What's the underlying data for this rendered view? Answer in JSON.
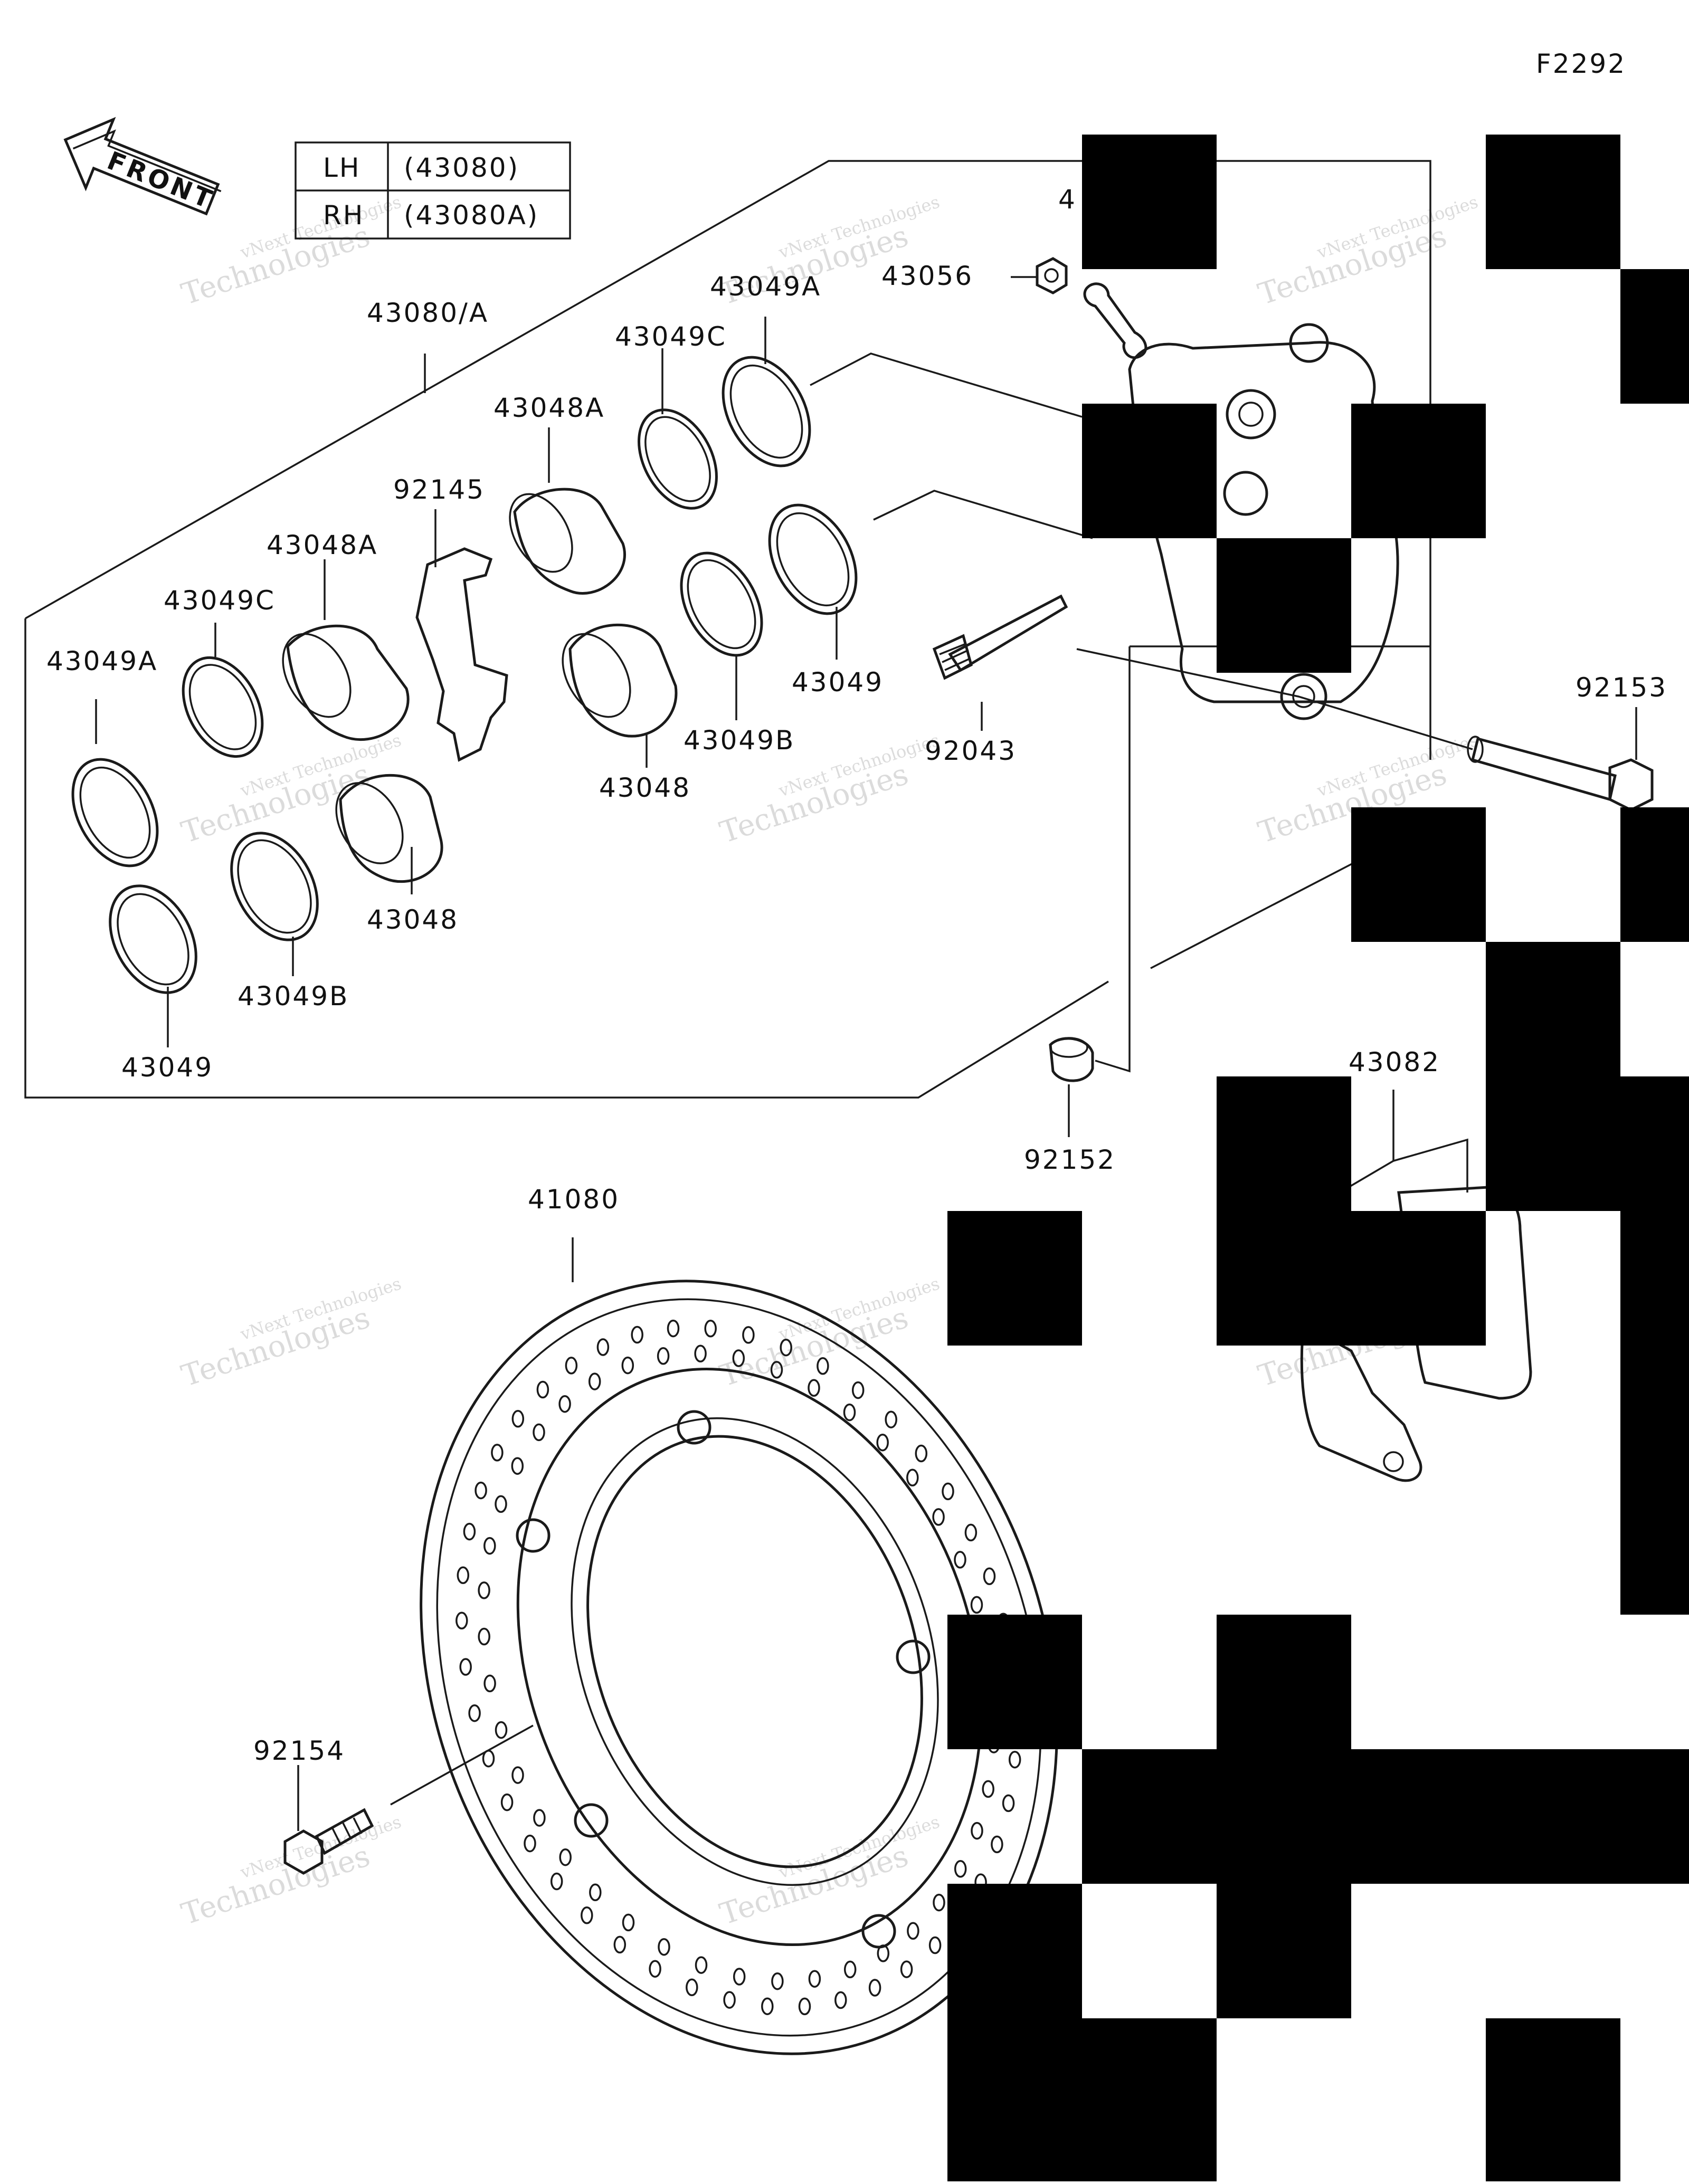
{
  "figure_code": "F2292",
  "front_label": "FRONT",
  "variant_table": [
    {
      "side": "LH",
      "part": "(43080)"
    },
    {
      "side": "RH",
      "part": "(43080A)"
    }
  ],
  "callouts": {
    "caliper_assembly": "43080/A",
    "seal_a_left": "43049A",
    "seal_c_left": "43049C",
    "piston_a_left": "43048A",
    "pad_spring": "92145",
    "piston_a_upper": "43048A",
    "seal_c_upper": "43049C",
    "seal_a_upper": "43049A",
    "nut": "43056",
    "piston_lower": "43048",
    "seal_b_left": "43049B",
    "seal_left": "43049",
    "piston_right": "43048",
    "seal_b_right": "43049B",
    "seal_right": "43049",
    "pin": "92043",
    "bolt_caliper": "92153",
    "collar": "92152",
    "pad_set": "43082",
    "disc": "41080",
    "bolt_disc": "92154"
  },
  "watermark": {
    "line1": "vNext Technologies",
    "line2": "Technologies"
  },
  "partial_label": "4"
}
